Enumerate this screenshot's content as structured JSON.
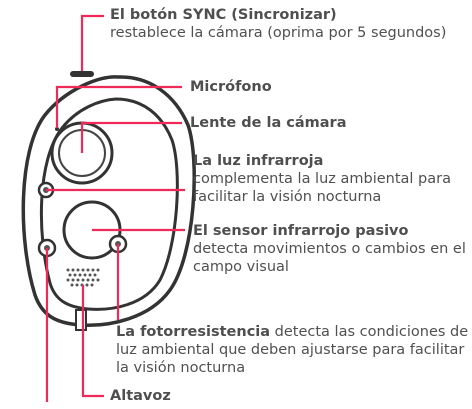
{
  "accent_color": "#ef2958",
  "labels": {
    "sync": {
      "title": "El botón SYNC (Sincronizar)",
      "desc": "restablece la cámara (oprima por 5 segundos)"
    },
    "microphone": {
      "title": "Micrófono"
    },
    "lens": {
      "title": "Lente de la cámara"
    },
    "infrared_light": {
      "title": "La luz infrarroja",
      "desc": "complementa la luz ambiental para facilitar la visión nocturna"
    },
    "pir_sensor": {
      "title": "El sensor infrarrojo pasivo",
      "desc": "detecta movimientos o cambios en el campo visual"
    },
    "photoresistor": {
      "title": "La fotorresistencia",
      "desc": "detecta las condiciones de luz ambiental que deben ajustarse para facilitar la visión nocturna"
    },
    "speaker": {
      "title": "Altavoz"
    }
  }
}
